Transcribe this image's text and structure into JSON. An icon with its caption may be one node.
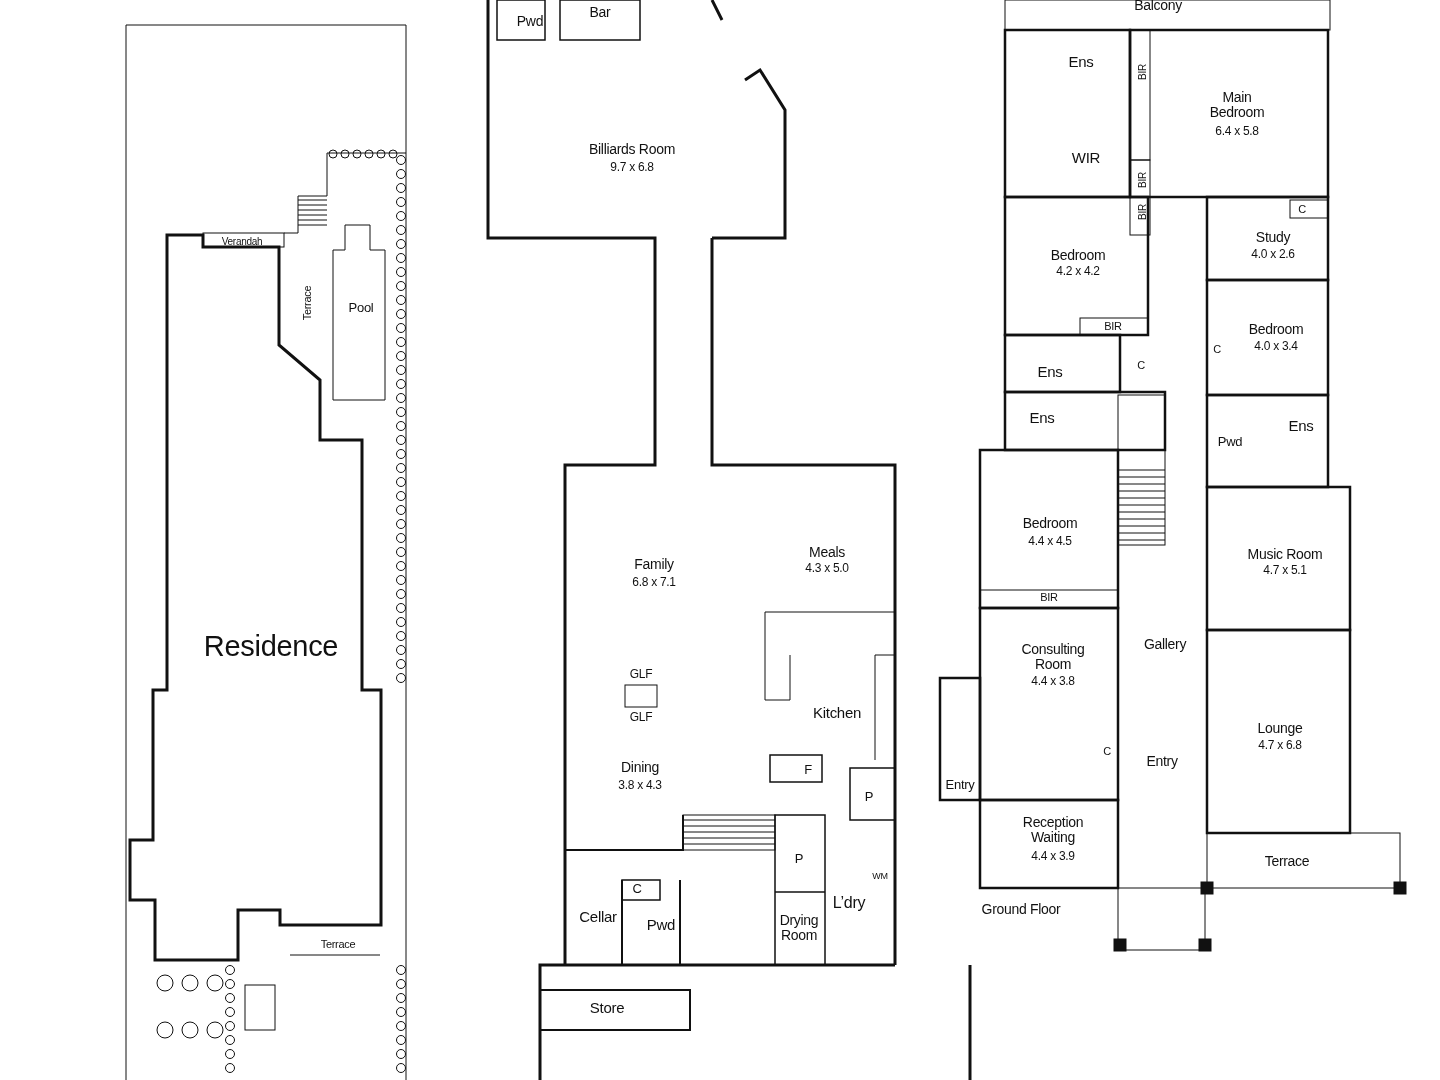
{
  "diagram": {
    "labels": [
      "Verandah",
      "Terrace",
      "Pool",
      "Residence",
      "Terrace",
      "Pwd",
      "Bar",
      "Billiards Room",
      "9.7 x 6.8",
      "Family",
      "6.8 x 7.1",
      "Meals",
      "4.3 x 5.0",
      "GLF",
      "GLF",
      "Kitchen",
      "Dining",
      "3.8 x 4.3",
      "F",
      "P",
      "P",
      "C",
      "Cellar",
      "Pwd",
      "L’dry",
      "WM",
      "Drying Room",
      "Store",
      "Balcony",
      "Ens",
      "BIR",
      "Main Bedroom",
      "6.4 x 5.8",
      "WIR",
      "BIR",
      "BIR",
      "C",
      "Study",
      "4.0 x 2.6",
      "Bedroom",
      "4.2 x 4.2",
      "BIR",
      "Bedroom",
      "4.0 x 3.4",
      "C",
      "Ens",
      "C",
      "Ens",
      "Pwd",
      "Ens",
      "Bedroom",
      "4.4 x 4.5",
      "Music Room",
      "4.7 x 5.1",
      "BIR",
      "Gallery",
      "Consulting Room",
      "4.4 x 3.8",
      "Lounge",
      "4.7 x 6.8",
      "C",
      "Entry",
      "Entry",
      "Reception Waiting",
      "4.4 x 3.9",
      "Terrace",
      "Ground Floor"
    ]
  }
}
